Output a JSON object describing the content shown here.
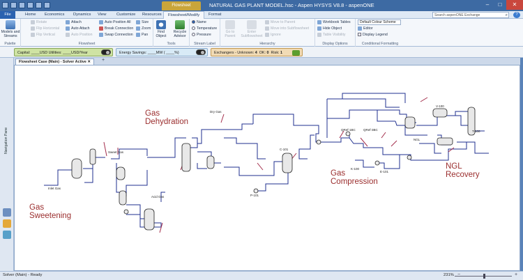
{
  "window": {
    "title": "NATURAL GAS PLANT MODEL.hsc - Aspen HYSYS V8.8 - aspenONE",
    "context_tab": "Flowsheet"
  },
  "tabs": [
    "File",
    "Home",
    "Economics",
    "Dynamics",
    "View",
    "Customize",
    "Resources",
    "Flowsheet/Modify",
    "Format"
  ],
  "active_tab": "Flowsheet/Modify",
  "search": {
    "placeholder": "Search aspenONE Exchange"
  },
  "ribbon": {
    "palette": {
      "button": "Models and Streams",
      "label": "Palette"
    },
    "flowsheet": {
      "label": "Flowsheet",
      "items": [
        "Rotate",
        "Flip Horizontal",
        "Flip Vertical",
        "Attach",
        "Auto Attach",
        "Auto Position",
        "Auto Position All",
        "Break Connection",
        "Swap Connection",
        "Size",
        "Zoom",
        "Pan"
      ]
    },
    "tools": {
      "label": "Tools",
      "find": "Find Object",
      "recycle": "Recycle Advisor"
    },
    "stream_label": {
      "label": "Stream Label",
      "options": [
        "Name",
        "Temperature",
        "Pressure"
      ]
    },
    "hierarchy": {
      "label": "Hierarchy",
      "go_parent": "Go to Parent",
      "enter_sub": "Enter Subflowsheet",
      "move_parent": "Move to Parent",
      "move_sub": "Move into Subflowsheet",
      "ignore": "Ignore"
    },
    "display_options": {
      "label": "Display Options",
      "workbook": "Workbook Tables",
      "hide": "Hide Object",
      "table_vis": "Table Visibility"
    },
    "conditional": {
      "label": "Conditional Formatting",
      "scheme": "Default Colour Scheme",
      "editor": "Editor",
      "legend": "Display Legend"
    }
  },
  "kpi": {
    "capital": "Capital: ____USD  Utilities: ____USD/Year",
    "energy": "Energy Savings: ____MW  ( ____%)",
    "exchangers": "Exchangers - Unknown:",
    "unknown": "4",
    "ok_label": "OK:",
    "ok": "0",
    "risk_label": "Risk:",
    "risk": "1"
  },
  "doc_tab": "Flowsheet Case (Main) - Solver Active",
  "nav_pane": "Navigation Pane",
  "regions": {
    "sweetening": "Gas\nSweetening",
    "dehydration": "Gas\nDehydration",
    "compression": "Gas\nCompression",
    "ngl": "NGL\nRecovery"
  },
  "flowsheet_labels": [
    "Dry Gas",
    "C-101",
    "QRef-1BC",
    "QRef-3BC",
    "NGL",
    "Acid Gas",
    "Inlet Gas",
    "Sweet Gas",
    "P-101",
    "K-100",
    "E-101",
    "V-100",
    "T-100"
  ],
  "status": {
    "text": "Solver (Main) - Ready",
    "zoom": "231%"
  },
  "colors": {
    "region_text": "#9b2e2e",
    "stream_blue": "#1f2f8f",
    "energy_red": "#a32d4b",
    "titlebar": "#3d6aa3"
  }
}
